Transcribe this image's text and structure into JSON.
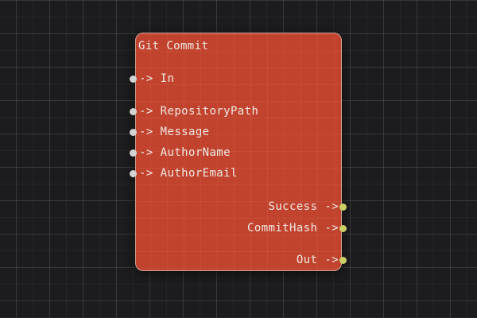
{
  "theme": {
    "canvas_bg": "#1c1c1e",
    "grid_minor": "rgba(255,255,255,0.04)",
    "grid_major": "rgba(255,255,255,0.085)",
    "node_body": "#c2432d",
    "node_border": "#cfa095",
    "text": "#efe9e6",
    "input_port": "#d4d4d4",
    "output_port": "#cbd065"
  },
  "node": {
    "title": "Git Commit",
    "arrow": "->",
    "inputs": [
      "In",
      "RepositoryPath",
      "Message",
      "AuthorName",
      "AuthorEmail"
    ],
    "outputs": [
      "Success",
      "CommitHash",
      "Out"
    ]
  }
}
